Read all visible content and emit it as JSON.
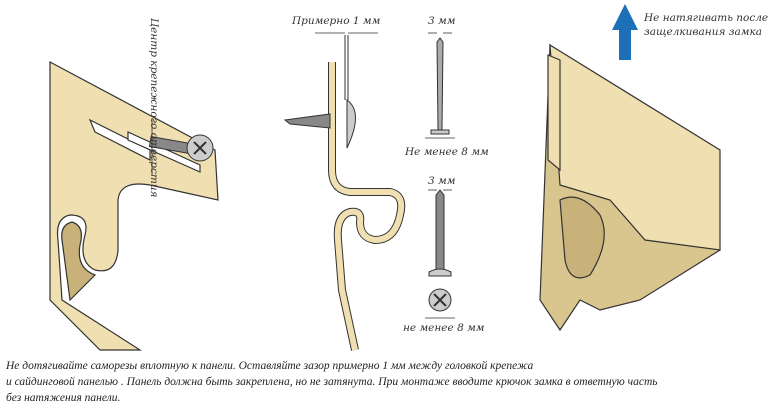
{
  "colors": {
    "panel": "#efdfb1",
    "panel_shade": "#d9c58e",
    "outline": "#333333",
    "arrow": "#1d6fb8"
  },
  "labels": {
    "hole_center": "Центр крепежного отверстия",
    "approx_1mm": "Примерно 1 мм",
    "nail_3mm": "3 мм",
    "nail_min8": "Не менее 8 мм",
    "screw_3mm": "3 мм",
    "screw_min8": "не менее 8 мм",
    "no_tension_line1": "Не натягивать после",
    "no_tension_line2": "защелкивания замка"
  },
  "caption": [
    "Не дотягивайте саморезы вплотную к панели. Оставляйте зазор примерно 1 мм между головкой крепежа",
    "и сайдинговой панелью . Панель должна быть закреплена, но не затянута. При монтаже вводите крючок замка в ответную часть",
    "без натяжения панели."
  ]
}
